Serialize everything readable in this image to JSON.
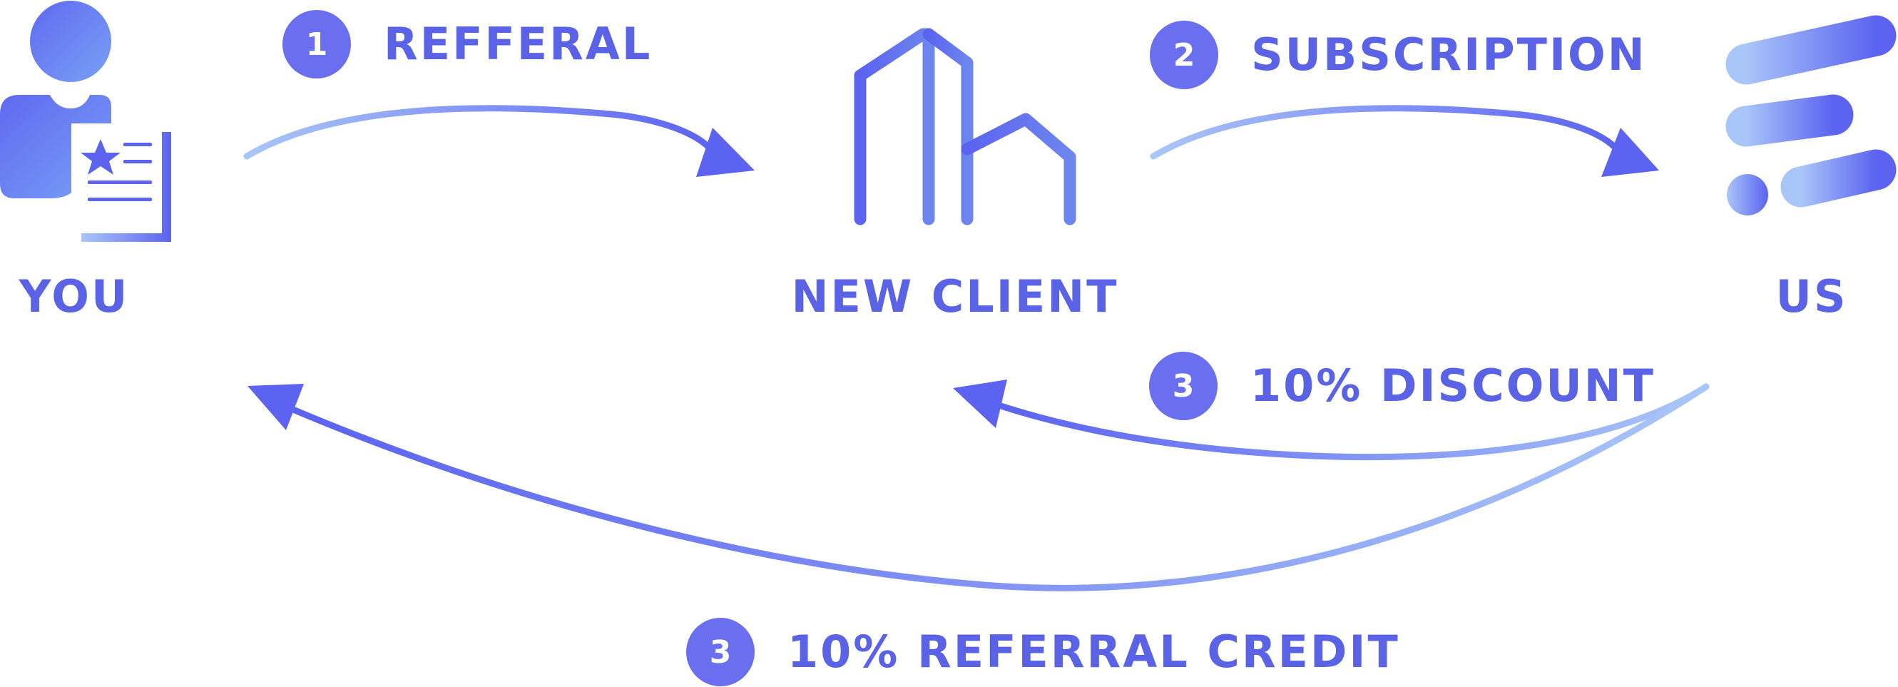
{
  "nodes": {
    "you": "YOU",
    "new_client": "NEW CLIENT",
    "us": "US"
  },
  "steps": {
    "referral": {
      "number": "1",
      "label": "REFFERAL"
    },
    "subscription": {
      "number": "2",
      "label": "SUBSCRIPTION"
    },
    "discount": {
      "number": "3",
      "label": "10% DISCOUNT"
    },
    "credit": {
      "number": "3",
      "label": "10% REFERRAL CREDIT"
    }
  },
  "icons": {
    "you": "person-with-document-icon",
    "new_client": "building-icon",
    "us": "company-logo-icon"
  },
  "colors": {
    "primary": "#5b63f0",
    "primary_light": "#a9c6f8",
    "text": "#5a62e6"
  }
}
